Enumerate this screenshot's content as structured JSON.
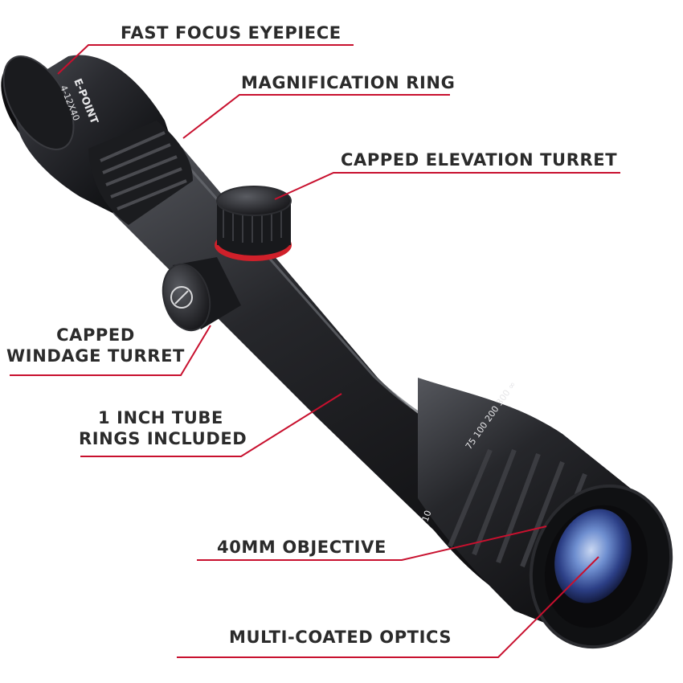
{
  "callouts": {
    "eyepiece": "FAST FOCUS EYEPIECE",
    "magnification": "MAGNIFICATION RING",
    "elevation": "CAPPED ELEVATION TURRET",
    "windage_line1": "CAPPED",
    "windage_line2": "WINDAGE TURRET",
    "tube_line1": "1 INCH TUBE",
    "tube_line2": "RINGS INCLUDED",
    "objective": "40MM OBJECTIVE",
    "optics": "MULTI-COATED OPTICS"
  },
  "scope_markings": {
    "model": "E-POINT",
    "power": "4-12X40",
    "parallax": "75 100 200 300 ∞",
    "focus_mark": "10"
  },
  "colors": {
    "leader_line": "#c8102e",
    "scope_body": "#1c1d20",
    "accent_ring": "#d0202a",
    "lens": "#3a5aa8"
  }
}
